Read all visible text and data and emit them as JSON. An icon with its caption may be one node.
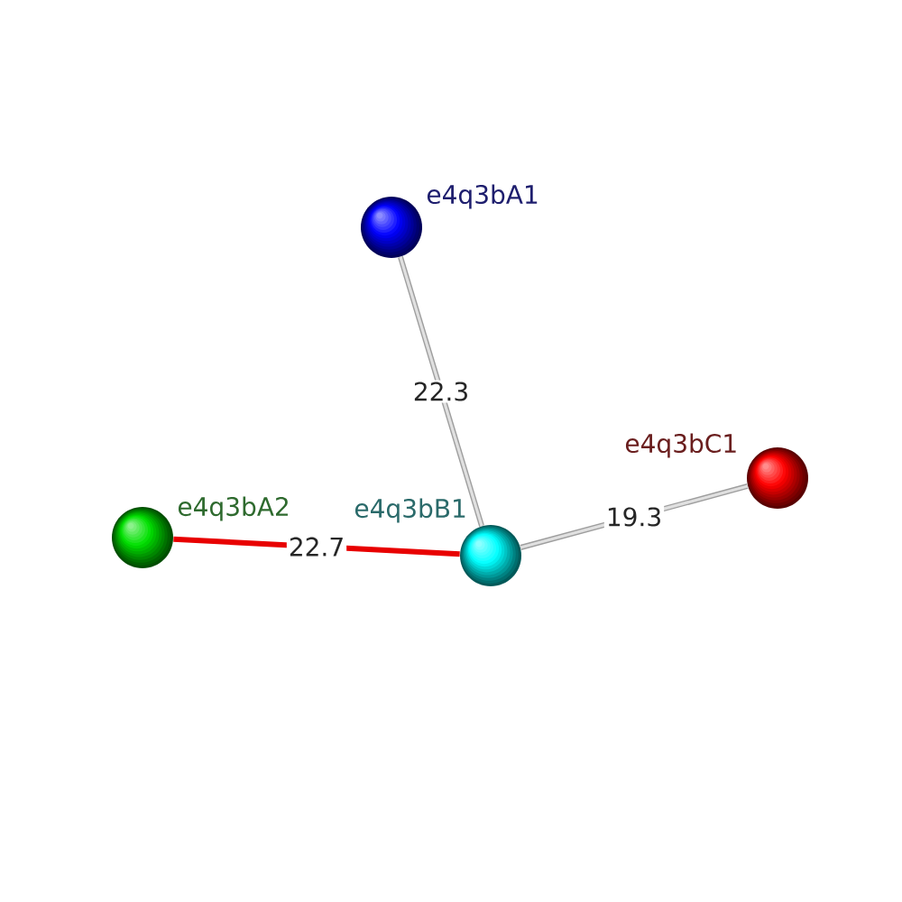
{
  "diagram": {
    "nodes": [
      {
        "text": [],
        "shape": "circle",
        "beside": [
          "e4q3bA1"
        ]
      },
      {
        "text": [],
        "shape": "circle",
        "beside": [
          "e4q3bA2"
        ]
      },
      {
        "text": [],
        "shape": "circle",
        "beside": [
          "e4q3bB1"
        ]
      },
      {
        "text": [],
        "shape": "circle",
        "beside": [
          "e4q3bC1"
        ]
      }
    ],
    "edges": [
      {
        "from": 0,
        "to": 2,
        "arrow": "none",
        "label": "22.3"
      },
      {
        "from": 1,
        "to": 2,
        "arrow": "none",
        "label": "22.7",
        "color": "#e80000"
      },
      {
        "from": 2,
        "to": 3,
        "arrow": "none",
        "label": "19.3"
      }
    ]
  }
}
